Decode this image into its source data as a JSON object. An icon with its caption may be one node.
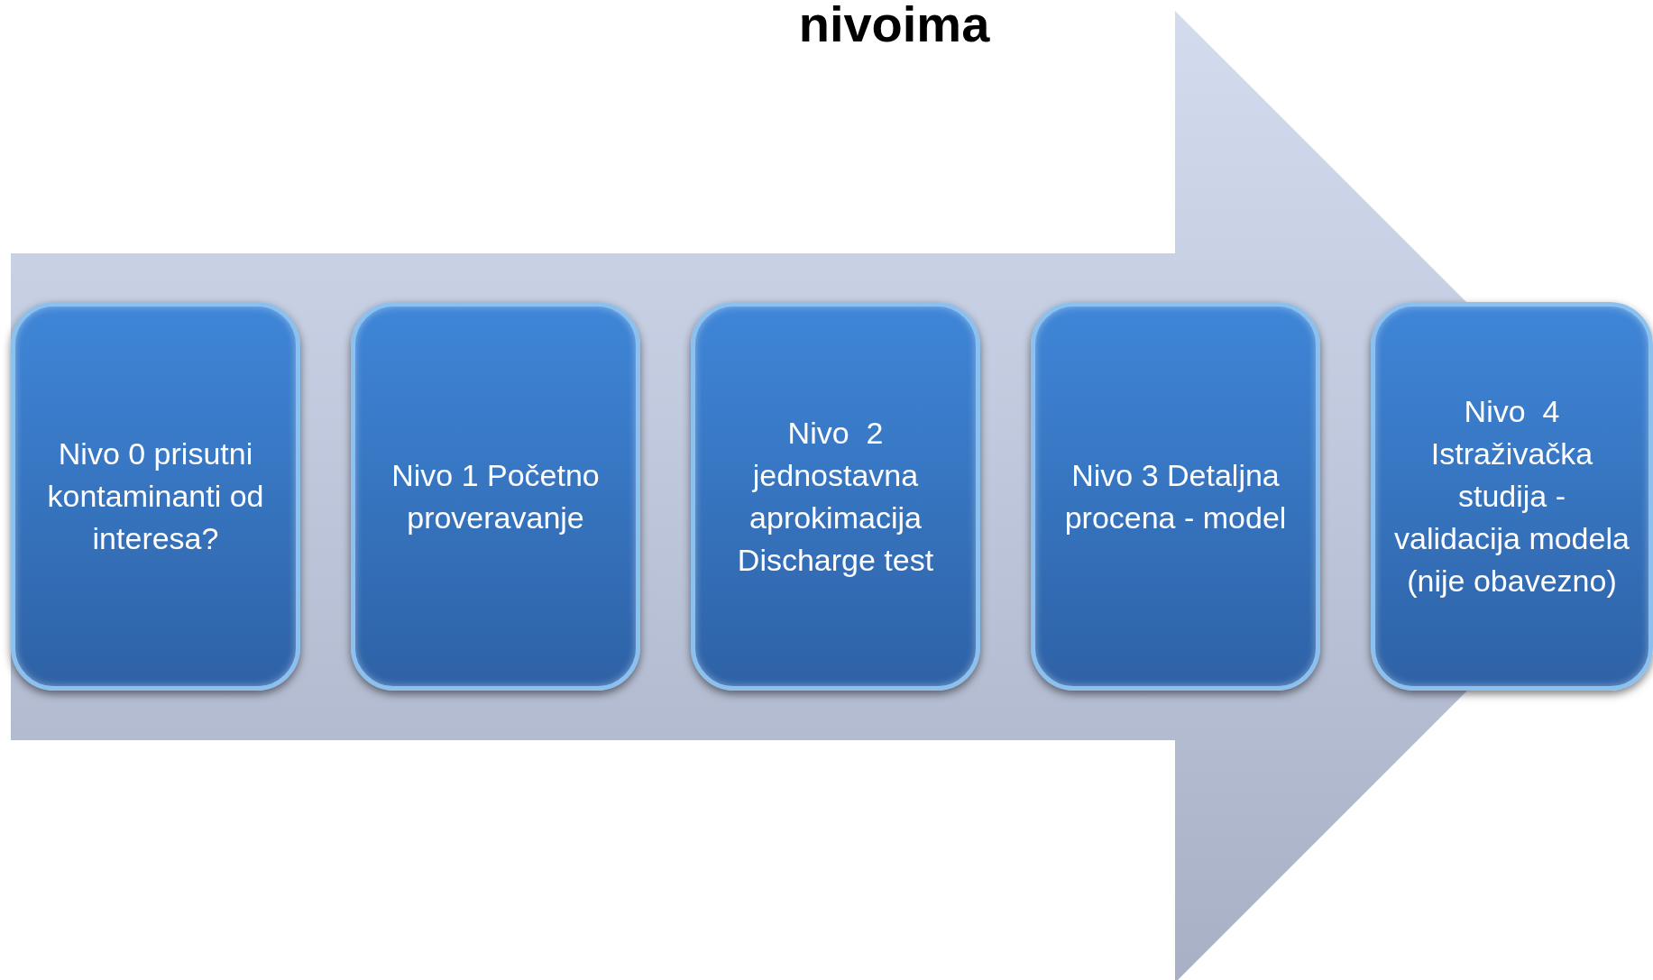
{
  "diagram": {
    "title": "nivoima",
    "nodes": [
      {
        "text": [
          "Nivo 0 prisutni kontaminanti od interesa?"
        ]
      },
      {
        "text": [
          "Nivo 1 Početno proveravanje"
        ]
      },
      {
        "text": [
          "Nivo  2 jednostavna aprokimacija Discharge test"
        ]
      },
      {
        "text": [
          "Nivo 3 Detaljna procena - model"
        ]
      },
      {
        "text": [
          "Nivo  4 Istraživačka studija - validacija modela (nije obavezno)"
        ]
      }
    ],
    "edges": [
      {
        "from": 0,
        "to": 4,
        "arrow": "to",
        "style": "thick"
      }
    ]
  }
}
